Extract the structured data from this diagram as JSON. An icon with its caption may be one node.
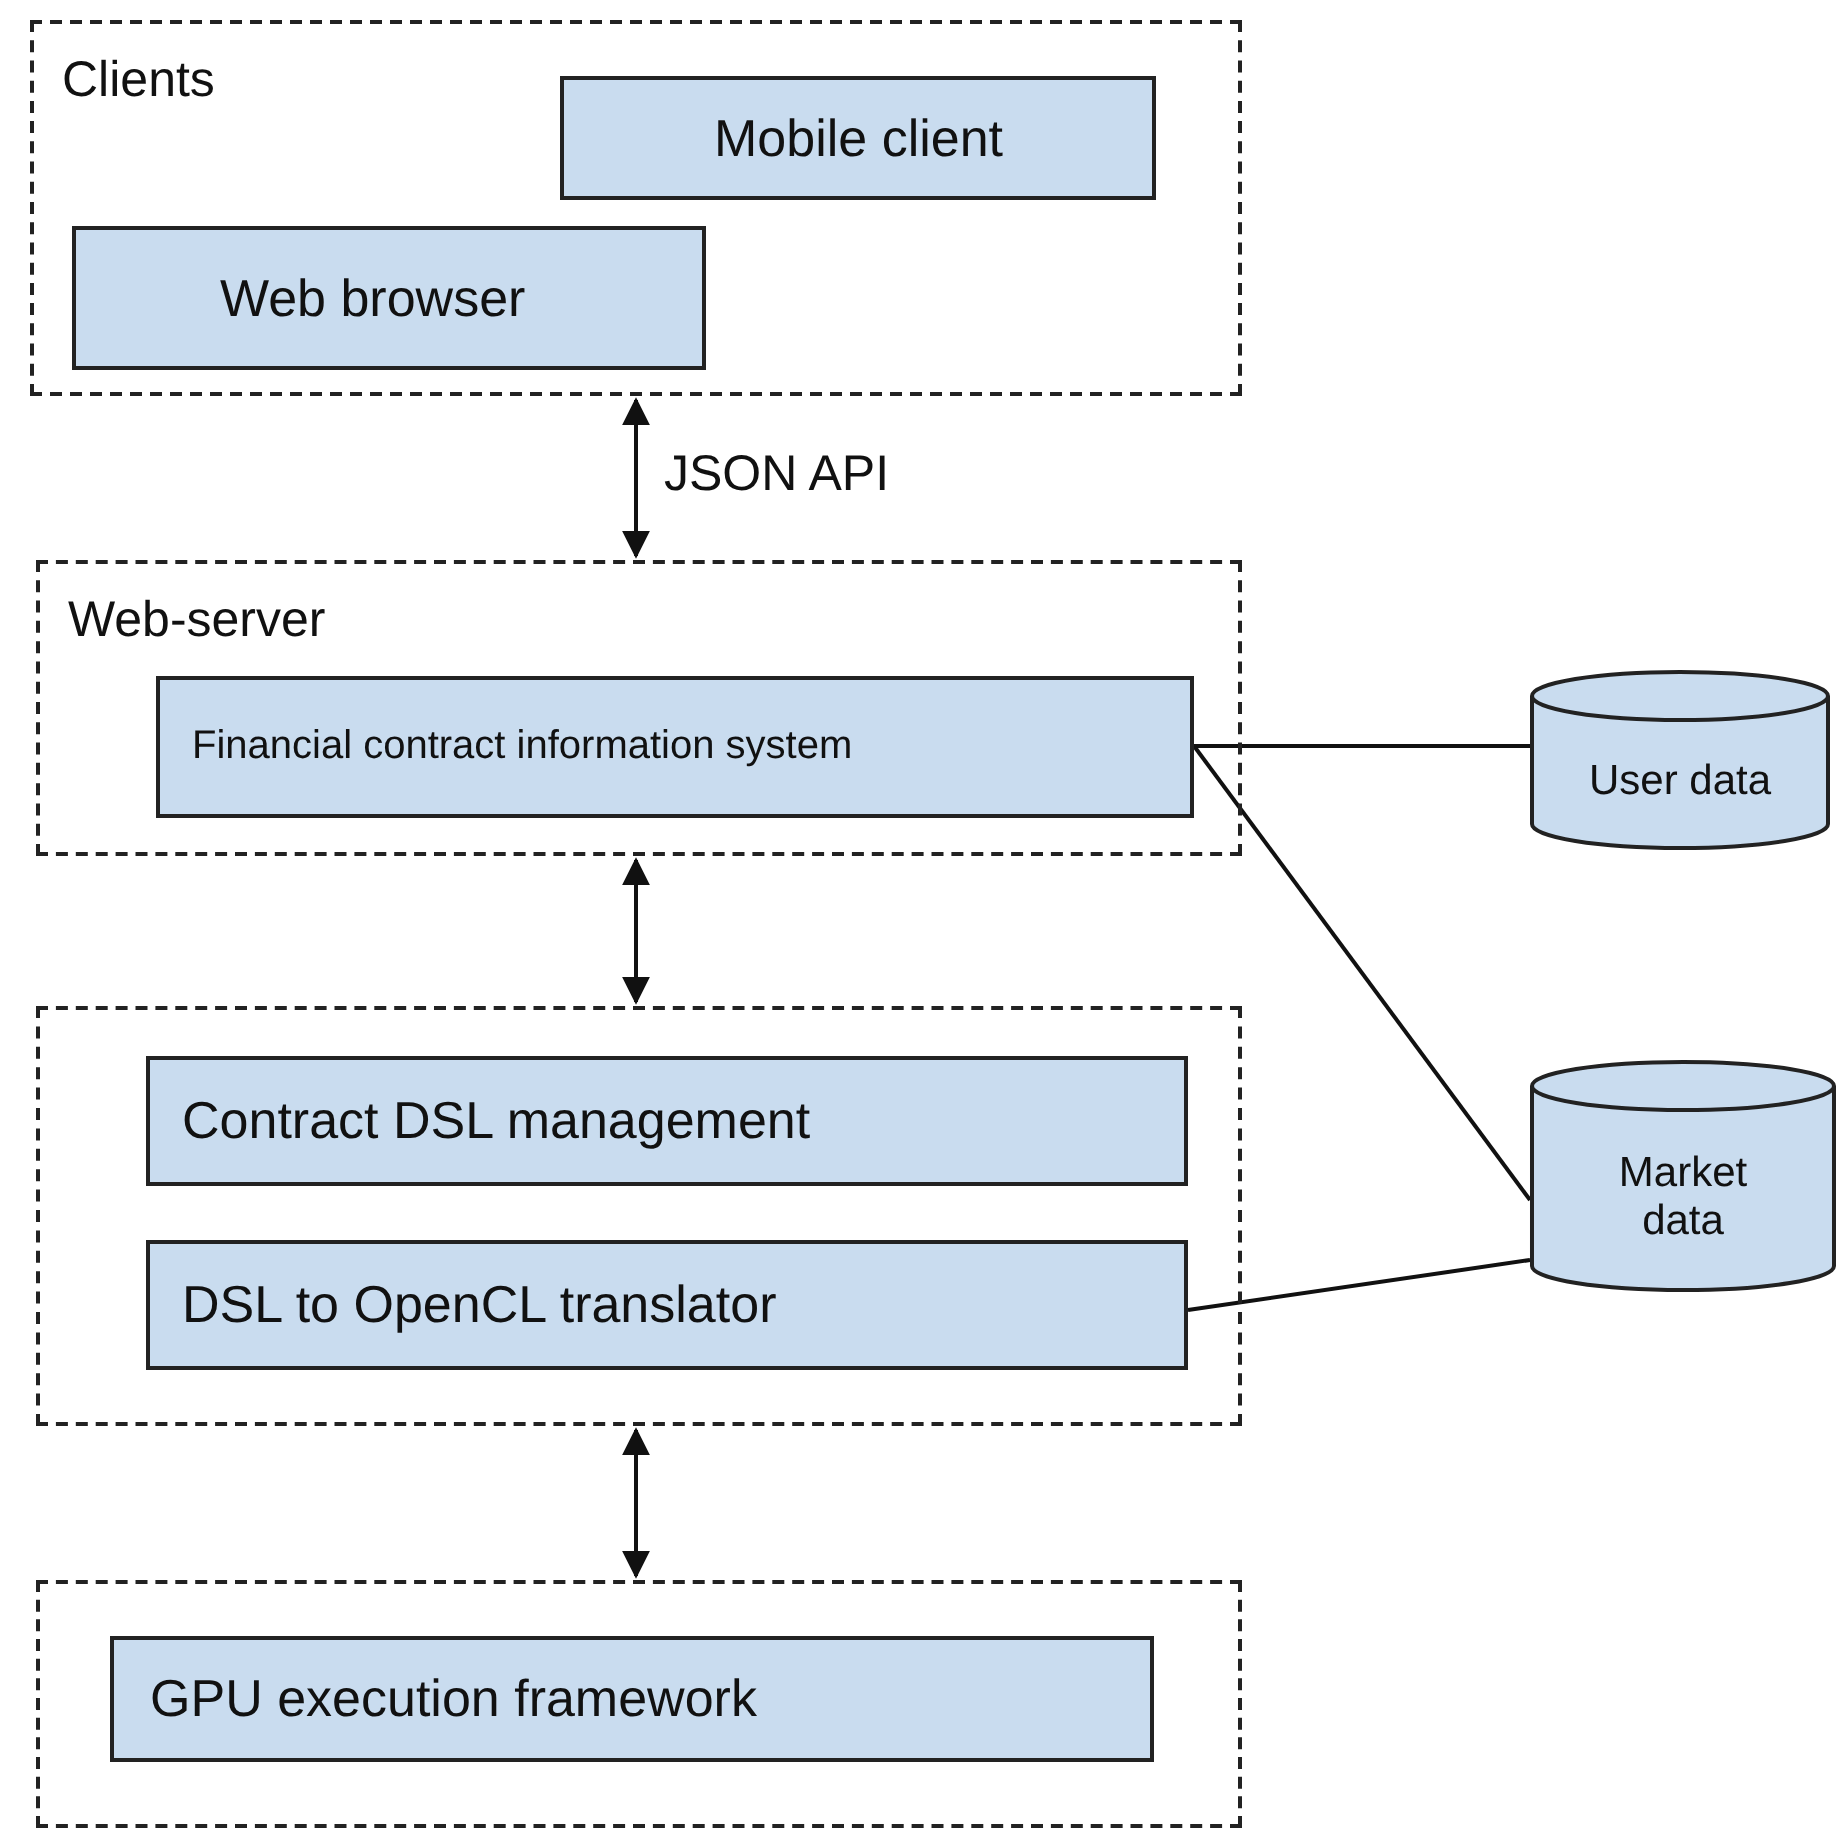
{
  "diagram": {
    "nodes": [
      {
        "text": [
          "Clients"
        ]
      },
      {
        "text": [
          "Mobile client"
        ],
        "in": 0
      },
      {
        "text": [
          "Web browser"
        ],
        "in": 0
      },
      {
        "text": [
          "Web-server"
        ]
      },
      {
        "text": [
          "Financial contract information system"
        ],
        "in": 3
      },
      {
        "text": [],
        "shape": "box"
      },
      {
        "text": [
          "Contract DSL management"
        ],
        "in": 5
      },
      {
        "text": [
          "DSL to OpenCL translator"
        ],
        "in": 5
      },
      {
        "text": [],
        "shape": "box"
      },
      {
        "text": [
          "GPU execution framework"
        ],
        "in": 8
      },
      {
        "text": [
          "User data"
        ]
      },
      {
        "text": [
          "Market data"
        ]
      }
    ],
    "edges": [
      {
        "from": 0,
        "to": 3,
        "arrow": "both",
        "label": "JSON API"
      },
      {
        "from": 3,
        "to": 5,
        "arrow": "both"
      },
      {
        "from": 5,
        "to": 8,
        "arrow": "both"
      },
      {
        "from": 4,
        "to": 10,
        "arrow": "none"
      },
      {
        "from": 4,
        "to": 11,
        "arrow": "none"
      },
      {
        "from": 7,
        "to": 11,
        "arrow": "none"
      }
    ]
  }
}
